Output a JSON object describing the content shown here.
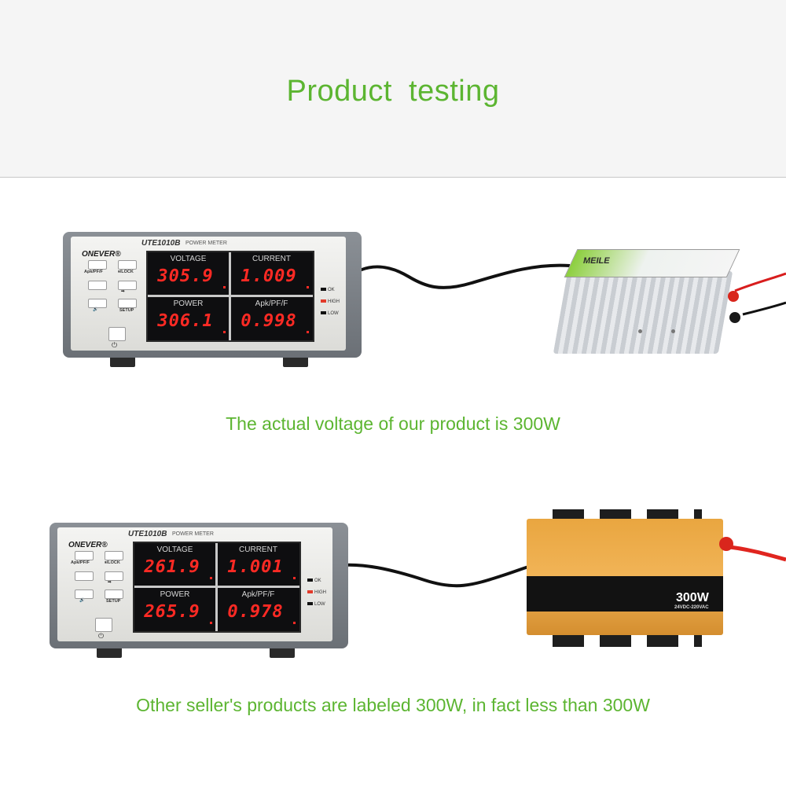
{
  "header": {
    "title": "Product  testing"
  },
  "comparisons": [
    {
      "caption": "The actual voltage of our product is 300W",
      "meter": {
        "brand": "ONEVER®",
        "model": "UTE1010B",
        "model_sub": "POWER METER",
        "cells": [
          {
            "label": "VOLTAGE",
            "value": "305.9"
          },
          {
            "label": "CURRENT",
            "value": "1.009"
          },
          {
            "label": "POWER",
            "value": "306.1"
          },
          {
            "label": "Apk/PF/F",
            "value": "0.998"
          }
        ],
        "buttons": [
          "Apk/PF/F",
          "⏸/LOCK",
          "SETUP"
        ],
        "indicators": [
          "OK",
          "HIGH",
          "LOW"
        ]
      },
      "inverter": {
        "logo": "MEILE"
      }
    },
    {
      "caption": "Other seller's products are labeled 300W, in fact less than 300W",
      "meter": {
        "brand": "ONEVER®",
        "model": "UTE1010B",
        "model_sub": "POWER METER",
        "cells": [
          {
            "label": "VOLTAGE",
            "value": "261.9"
          },
          {
            "label": "CURRENT",
            "value": "1.001"
          },
          {
            "label": "POWER",
            "value": "265.9"
          },
          {
            "label": "Apk/PF/F",
            "value": "0.978"
          }
        ],
        "buttons": [
          "Apk/PF/F",
          "⏸/LOCK",
          "SETUP"
        ],
        "indicators": [
          "OK",
          "HIGH",
          "LOW"
        ]
      },
      "inverter": {
        "label": "300W",
        "sublabel": "24VDC-220VAC"
      }
    }
  ],
  "colors": {
    "accent": "#5cb531",
    "display_red": "#ff2a24",
    "inverter_orange": "#f1b457"
  }
}
